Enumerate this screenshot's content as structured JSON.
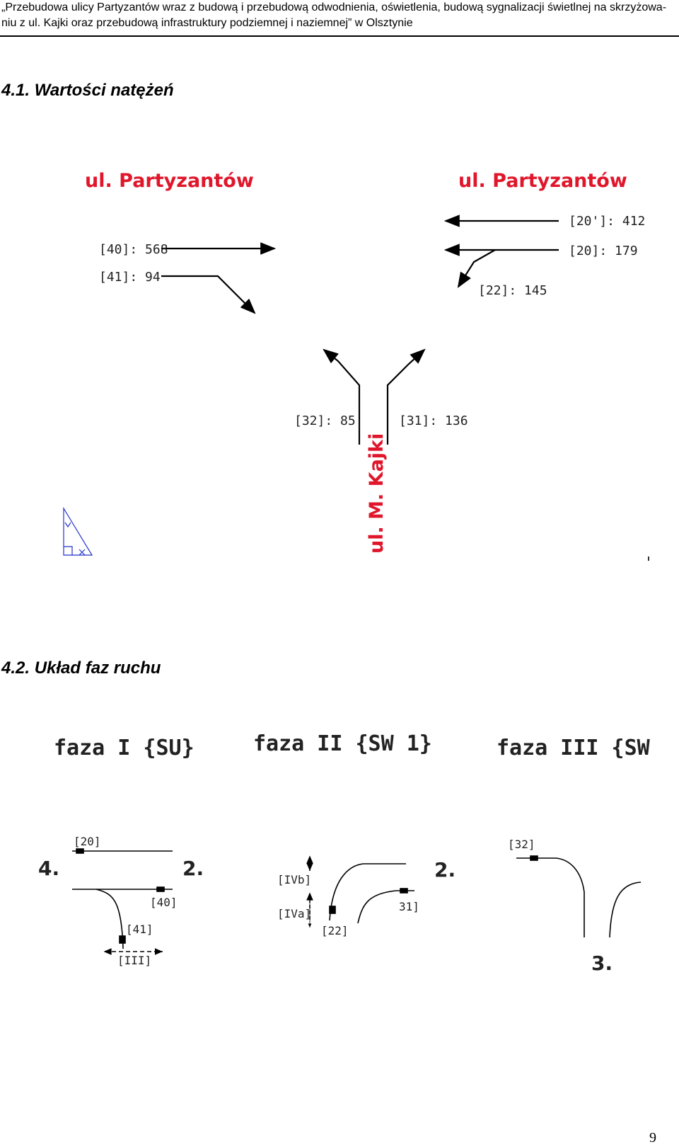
{
  "header": {
    "line1": "„Przebudowa ulicy Partyzantów wraz z budową i przebudową odwodnienia, oświetlenia, budową sygnalizacji świetlnej na skrzyżowa-",
    "line2": "niu z ul. Kajki oraz przebudową infrastruktury podziemnej i naziemnej” w Olsztynie"
  },
  "section1": {
    "title": "4.1. Wartości natężeń",
    "street_left": "ul. Partyzantów",
    "street_right": "ul. Partyzantów",
    "street_bottom": "ul. M. Kajki",
    "flows": {
      "f40": "[40]: 568",
      "f41": "[41]:  94",
      "f20p": "[20']: 412",
      "f20": "[20]: 179",
      "f22": "[22]: 145",
      "f32": "[32]: 85",
      "f31": "[31]: 136"
    }
  },
  "section2": {
    "title": "4.2. Układ faz ruchu",
    "phase1": "faza I {SU}",
    "phase2": "faza II {SW 1}",
    "phase3": "faza III {SW",
    "labels": {
      "p1_20": "[20]",
      "p1_40": "[40]",
      "p1_41": "[41]",
      "p1_III": "[III]",
      "p1_num_left": "4.",
      "p1_num_right": "2.",
      "p2_IVb": "[IVb]",
      "p2_IVa": "[IVa]",
      "p2_22": "[22]",
      "p2_31": "31]",
      "p2_num": "2.",
      "p3_32": "[32]",
      "p3_num": "3."
    }
  },
  "page_number": "9"
}
